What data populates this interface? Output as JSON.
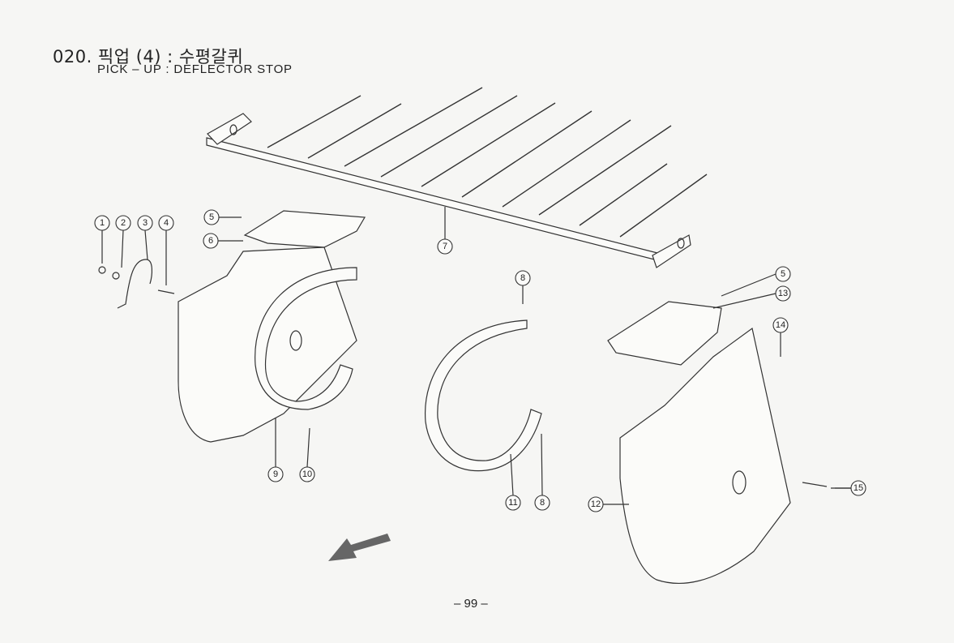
{
  "header": {
    "title": "020. 픽업 (4) : 수평갈퀴",
    "subtitle": "PICK – UP : DEFLECTOR STOP"
  },
  "callouts": [
    "1",
    "2",
    "3",
    "4",
    "5",
    "6",
    "7",
    "8",
    "5",
    "13",
    "14",
    "9",
    "10",
    "11",
    "8",
    "12",
    "15"
  ],
  "footer": {
    "page_number": "– 99 –"
  }
}
